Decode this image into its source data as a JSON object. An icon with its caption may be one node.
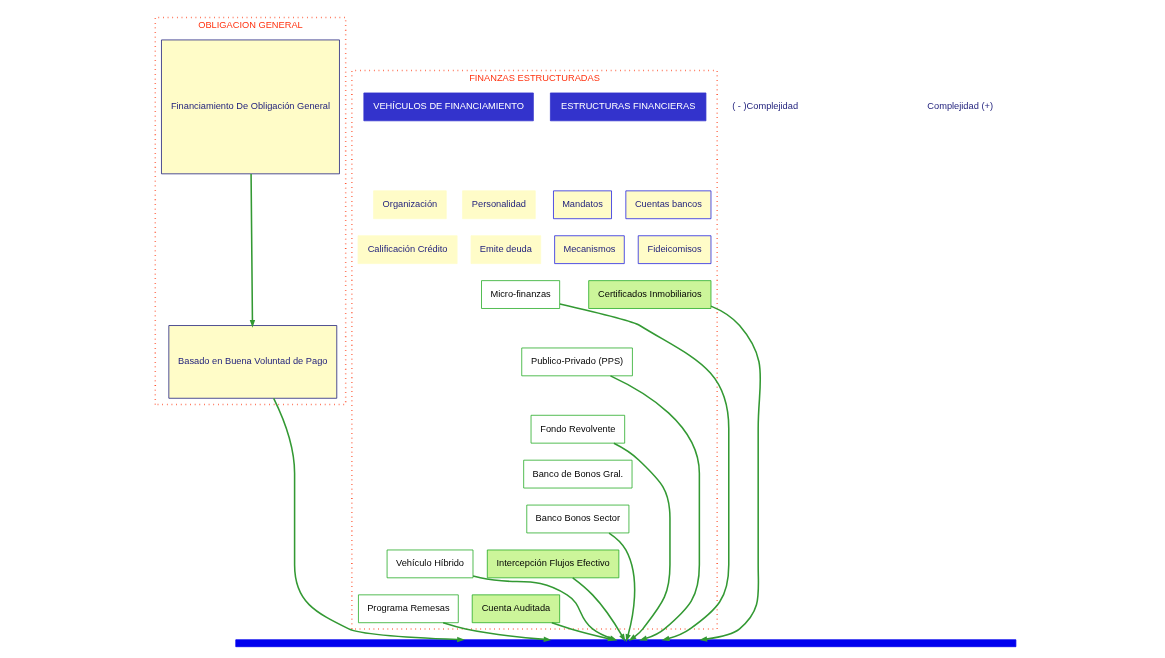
{
  "diagram": {
    "nodes": [
      {
        "text": [
          "OBLIGACION GENERAL"
        ]
      },
      {
        "text": [
          "Financiamiento De Obligación General"
        ],
        "in": 0
      },
      {
        "text": [
          "Basado en Buena Voluntad de Pago"
        ],
        "in": 0
      },
      {
        "text": [
          "FINANZAS ESTRUCTURADAS"
        ]
      },
      {
        "text": [
          "ESTRUCTURAS FINANCIERAS"
        ],
        "in": 3
      },
      {
        "text": [
          "Cuentas bancos"
        ],
        "in": 3
      },
      {
        "text": [
          "Mandatos"
        ],
        "in": 3
      },
      {
        "text": [
          "Fideicomisos"
        ],
        "in": 3
      },
      {
        "text": [
          "Mecanismos"
        ],
        "in": 3
      },
      {
        "text": [
          "VEHÍCULOS DE FINANCIAMIENTO"
        ],
        "in": 3
      },
      {
        "text": [
          "Personalidad"
        ],
        "in": 3
      },
      {
        "text": [
          "Organización"
        ],
        "in": 3
      },
      {
        "text": [
          "Emite deuda"
        ],
        "in": 3
      },
      {
        "text": [
          "Calificación Crédito"
        ],
        "in": 3
      },
      {
        "text": [
          "Certificados Inmobiliarios"
        ],
        "in": 3
      },
      {
        "text": [
          "Intercepción Flujos Efectivo"
        ],
        "in": 3
      },
      {
        "text": [
          "Cuenta Auditada"
        ],
        "in": 3
      },
      {
        "text": [
          "Micro-finanzas"
        ],
        "in": 3
      },
      {
        "text": [
          "Publico-Privado (PPS)"
        ],
        "in": 3
      },
      {
        "text": [
          "Fondo Revolvente"
        ],
        "in": 3
      },
      {
        "text": [
          "Banco de Bonos Gral."
        ],
        "in": 3
      },
      {
        "text": [
          "Banco Bonos Sector"
        ],
        "in": 3
      },
      {
        "text": [
          "Vehículo Híbrido"
        ],
        "in": 3
      },
      {
        "text": [
          "Programa Remesas"
        ],
        "in": 3
      },
      {
        "text": [],
        "shape": "bar"
      }
    ],
    "edges": [
      {
        "from": 1,
        "to": 2,
        "arrow": "to"
      },
      {
        "from": 2,
        "to": 24,
        "arrow": "to"
      },
      {
        "from": 16,
        "to": 24,
        "arrow": "to"
      },
      {
        "from": 15,
        "to": 24,
        "arrow": "to"
      },
      {
        "from": 14,
        "to": 24,
        "arrow": "to"
      },
      {
        "from": 17,
        "to": 24,
        "arrow": "to"
      },
      {
        "from": 18,
        "to": 24,
        "arrow": "to"
      },
      {
        "from": 19,
        "to": 24,
        "arrow": "to"
      },
      {
        "from": 21,
        "to": 24,
        "arrow": "to"
      },
      {
        "from": 22,
        "to": 24,
        "arrow": "to"
      },
      {
        "from": 23,
        "to": 24,
        "arrow": "to"
      }
    ],
    "labels": [
      "( - )Complejidad",
      "Complejidad (+)"
    ]
  }
}
